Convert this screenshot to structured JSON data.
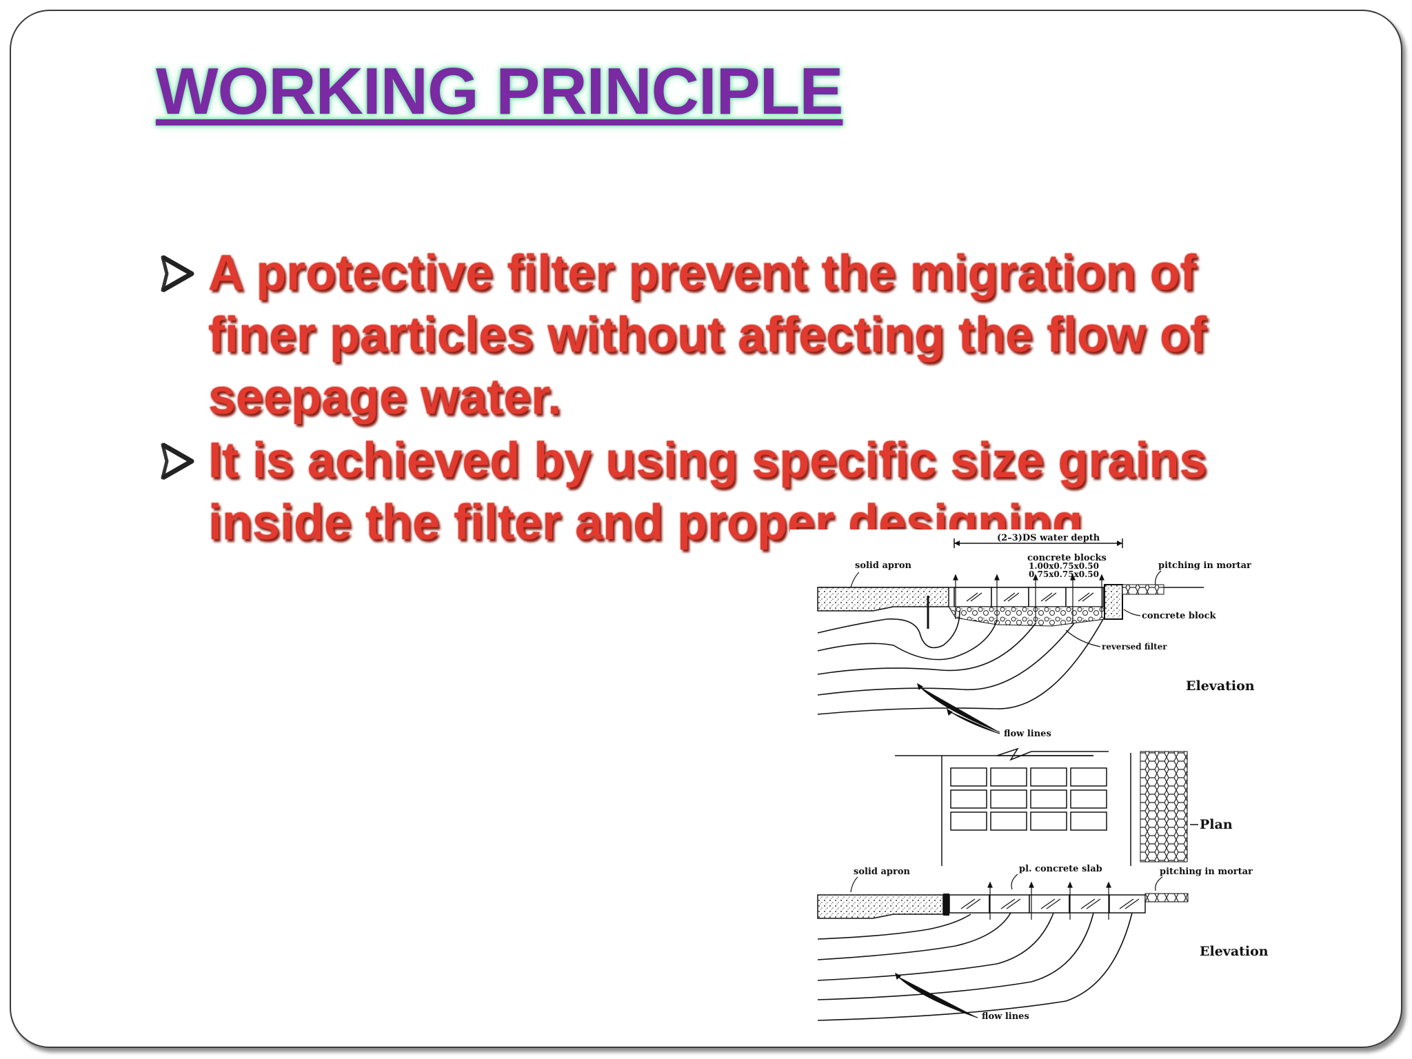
{
  "slide": {
    "title": "WORKING PRINCIPLE",
    "bullets": [
      "A protective filter prevent the migration of finer particles without affecting the flow of seepage water.",
      "It is achieved  by using specific size grains inside the filter and proper designing."
    ],
    "colors": {
      "title": "#7a2aa3",
      "title_glow": "#7fe0b0",
      "bullet_text": "#e23a2e"
    }
  },
  "diagram": {
    "top_elevation": {
      "depth_label": "(2–3)DS water depth",
      "solid_apron": "solid apron",
      "concrete_blocks": "concrete blocks",
      "block_size_1": "1.00x0.75x0.50",
      "block_size_2": "0.75x0.75x0.50",
      "pitching": "pitching in mortar",
      "concrete_block": "concrete block",
      "reversed_filter": "reversed filter",
      "flow_lines": "flow lines",
      "view_label": "Elevation"
    },
    "plan": {
      "view_label": "Plan"
    },
    "bottom_elevation": {
      "solid_apron": "solid apron",
      "slab": "pl. concrete slab",
      "pitching": "pitching in mortar",
      "flow_lines": "flow lines",
      "view_label": "Elevation"
    }
  }
}
